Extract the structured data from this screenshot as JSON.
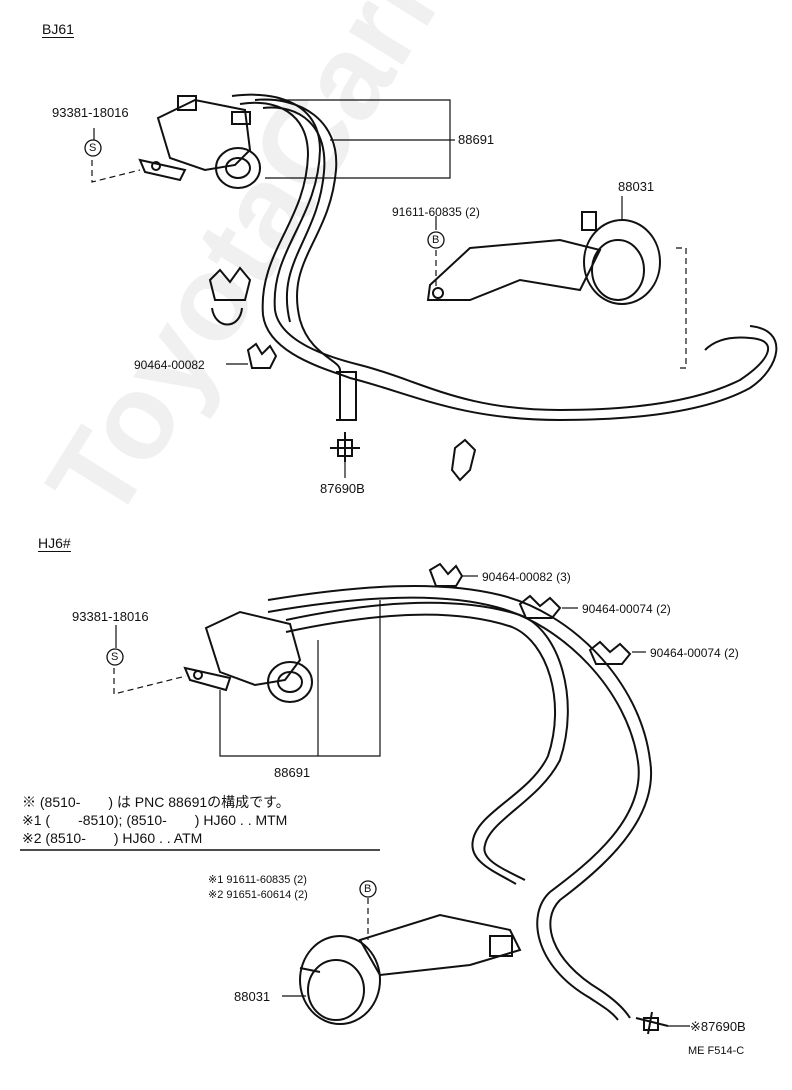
{
  "watermark": "ToyotaCarMine.ru",
  "sections": {
    "top": {
      "title": "BJ61"
    },
    "bottom": {
      "title": "HJ6#"
    }
  },
  "top_labels": {
    "screw": "93381-18016",
    "screw_mark": "S",
    "hose": "88691",
    "actuator": "88031",
    "bolt": "91611-60835 (2)",
    "bolt_mark": "B",
    "clip": "90464-00082",
    "joint": "87690B"
  },
  "bottom_labels": {
    "clip1": "90464-00082 (3)",
    "clip2": "90464-00074 (2)",
    "clip3": "90464-00074 (2)",
    "screw": "93381-18016",
    "screw_mark": "S",
    "hose": "88691",
    "bolt1": "※1 91611-60835 (2)",
    "bolt2": "※2 91651-60614 (2)",
    "bolt_mark": "B",
    "actuator": "88031",
    "joint": "※87690B"
  },
  "notes": {
    "line1": "※ (8510-　　) は PNC 88691の構成です。",
    "line2": "※1 (　　-8510); (8510-　　) HJ60 . . MTM",
    "line3": "※2 (8510-　　) HJ60 . . ATM"
  },
  "footer": {
    "code": "ME  F514-C"
  }
}
